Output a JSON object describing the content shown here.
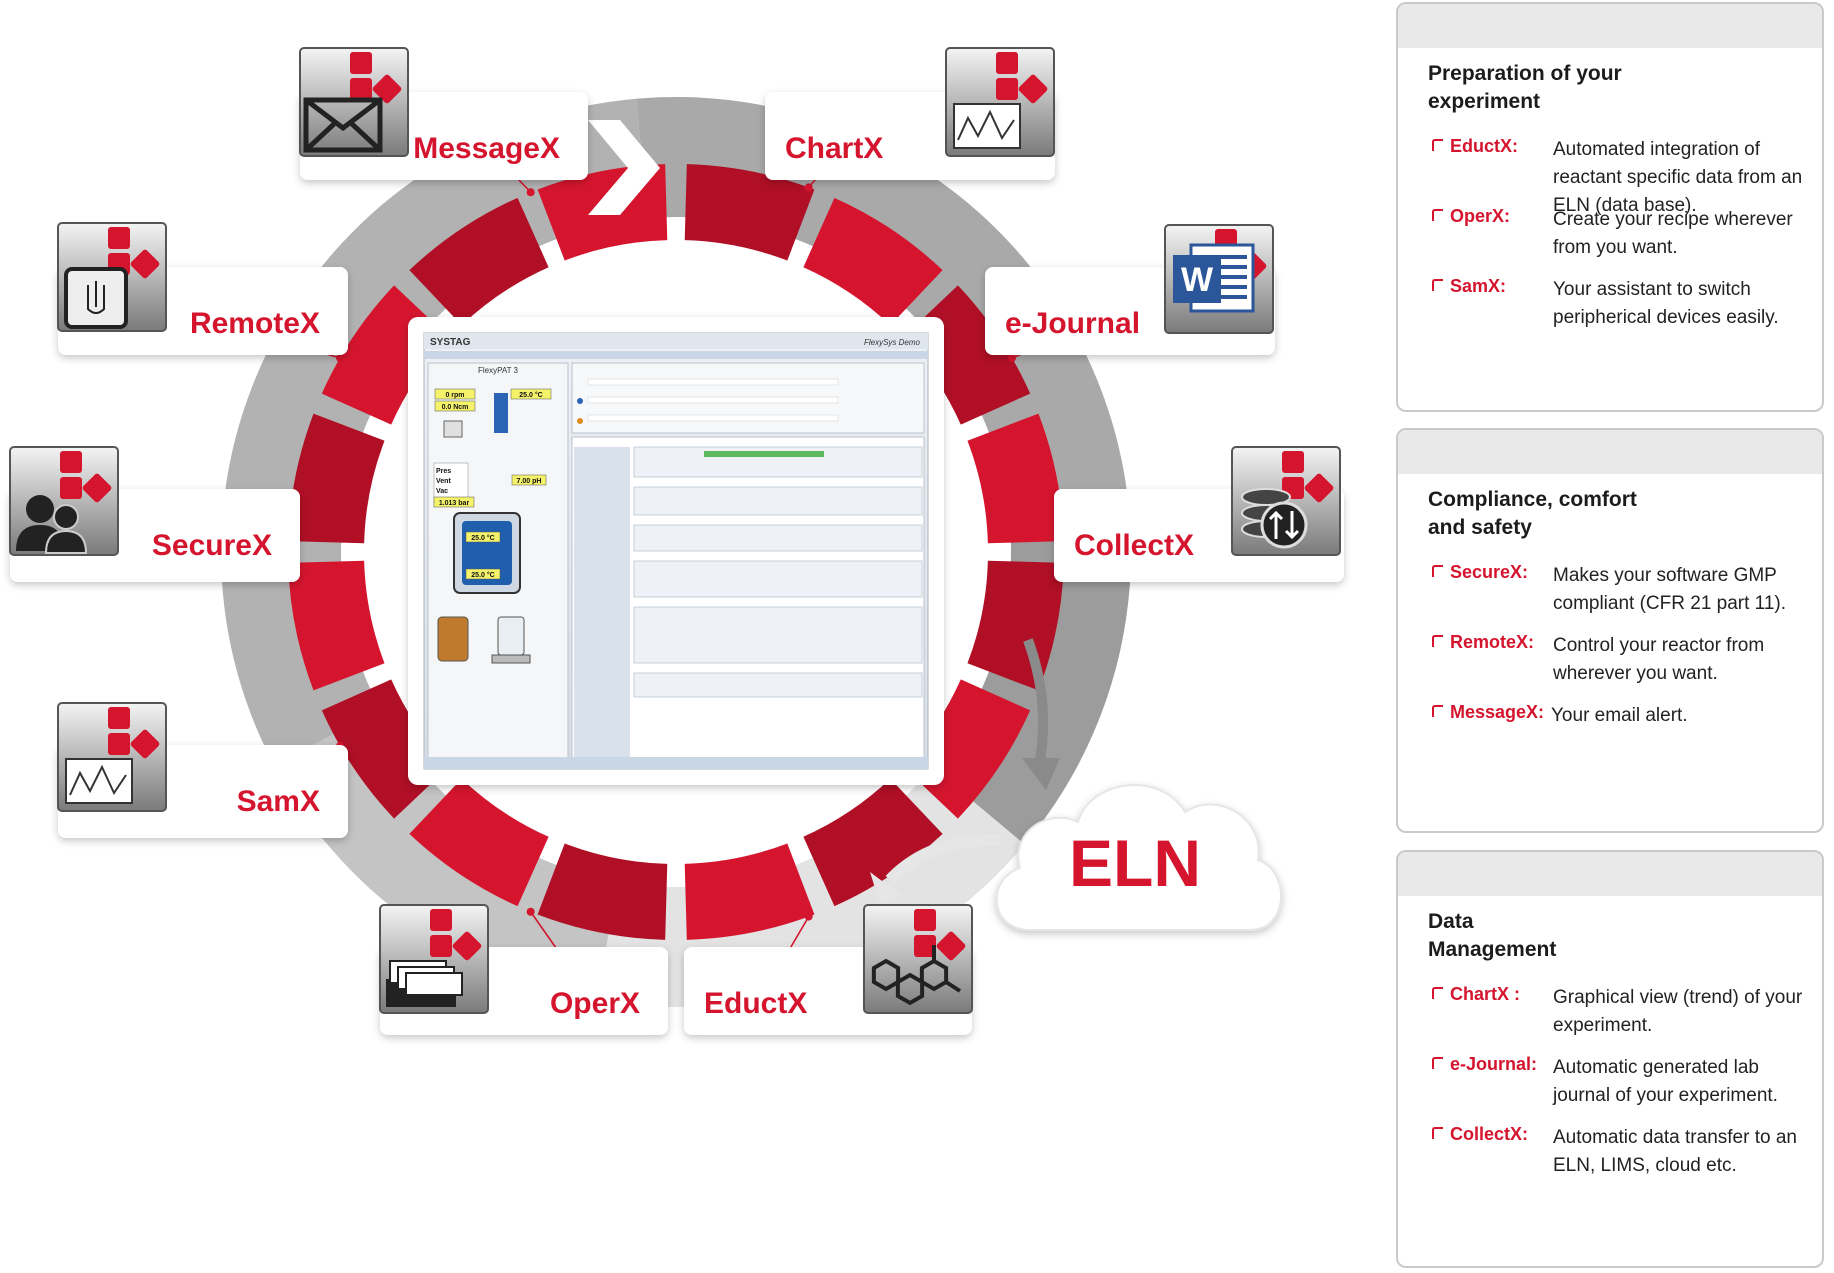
{
  "modules": {
    "messagex": "MessageX",
    "chartx": "ChartX",
    "remotex": "RemoteX",
    "ejournal": "e-Journal",
    "securex": "SecureX",
    "collectx": "CollectX",
    "samx": "SamX",
    "operx": "OperX",
    "eductx": "EductX"
  },
  "eln": "ELN",
  "screen": {
    "logo": "SYSTAG",
    "title": "FlexyPAT 3",
    "brand": "FlexySys Demo",
    "rpm": "0 rpm",
    "torque": "0.0 Ncm",
    "temp_top": "25.0 °C",
    "temp_jacket": "25.0 °C",
    "temp_reactor": "25.0 °C",
    "ph": "7.00 pH",
    "pressure": "1.013 bar",
    "press_label": "Pres",
    "vent_label": "Vent",
    "vac_label": "Vac"
  },
  "panels": [
    {
      "title": "Preparation of your experiment",
      "items": [
        {
          "name": "EductX:",
          "desc": "Automated integration of reactant specific data from an ELN (data base)."
        },
        {
          "name": "OperX:",
          "desc": "Create your recipe wherever from you want."
        },
        {
          "name": "SamX:",
          "desc": "Your assistant to switch peripherical devices easily."
        }
      ]
    },
    {
      "title": "Compliance, comfort and safety",
      "items": [
        {
          "name": "SecureX:",
          "desc": "Makes your software GMP compliant (CFR 21 part 11)."
        },
        {
          "name": "RemoteX:",
          "desc": "Control your reactor from wherever you want."
        },
        {
          "name": "MessageX:",
          "desc": "Your email alert."
        }
      ]
    },
    {
      "title": "Data Management",
      "items": [
        {
          "name": "ChartX :",
          "desc": "Graphical view (trend) of your experiment."
        },
        {
          "name": "e-Journal:",
          "desc": "Automatic generated lab journal of your experiment."
        },
        {
          "name": "CollectX:",
          "desc": "Automatic data transfer to an ELN, LIMS, cloud etc."
        }
      ]
    }
  ],
  "colors": {
    "red": "#d5152e",
    "dark_red": "#b00f25",
    "grey_outer": "#a3a3a3",
    "grey_light": "#cfcfcf"
  }
}
